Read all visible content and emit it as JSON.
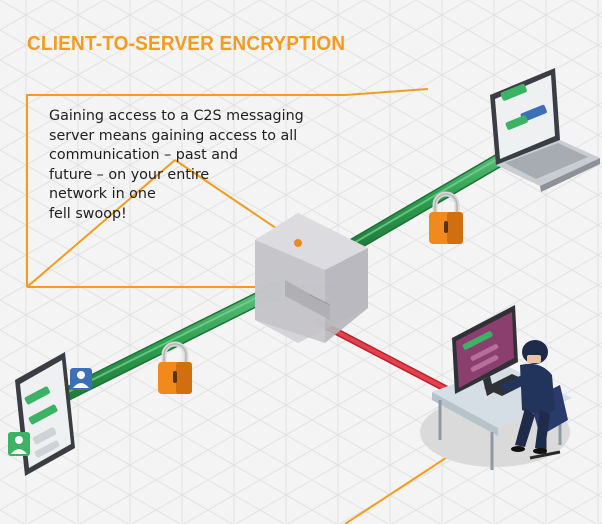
{
  "title": "CLIENT-TO-SERVER ENCRYPTION",
  "callout": {
    "lines": [
      "Gaining access to a C2S messaging",
      "server means gaining access to all",
      "communication – past and",
      "future – on your entire",
      "network in one",
      "fell swoop!"
    ]
  },
  "colors": {
    "accent": "#f39c1f",
    "encrypted_pipe": "#2e9e4f",
    "exposed_link": "#e8404b",
    "lock": "#f08a1c",
    "server": "#c8c8cc",
    "chat_bubble": "#3cb265"
  },
  "icons": [
    "laptop-icon",
    "smartphone-icon",
    "server-icon",
    "padlock-icon",
    "hacker-icon",
    "user-avatar-icon"
  ]
}
